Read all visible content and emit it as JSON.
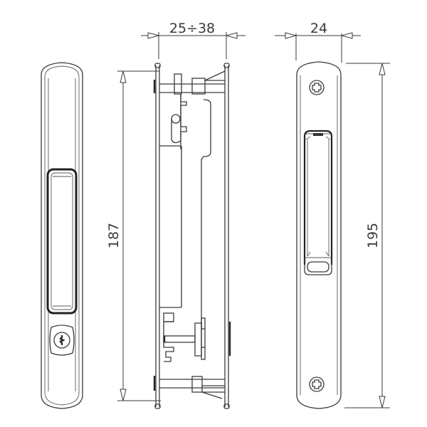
{
  "drawing": {
    "type": "technical drawing - sliding door handle with lock",
    "views": [
      {
        "name": "front-view-handle",
        "features": [
          "recessed grip",
          "key cylinder"
        ]
      },
      {
        "name": "side-section-view",
        "features": [
          "mounting brackets",
          "lock mechanism"
        ]
      },
      {
        "name": "back-view-plate",
        "features": [
          "two cross screws",
          "grip recess",
          "release slot"
        ]
      }
    ],
    "dimensions": {
      "side_depth": "25÷38",
      "side_height": "187",
      "plate_width": "24",
      "plate_height": "195"
    },
    "colors": {
      "line": "#3a3a3a",
      "background": "#ffffff"
    }
  }
}
